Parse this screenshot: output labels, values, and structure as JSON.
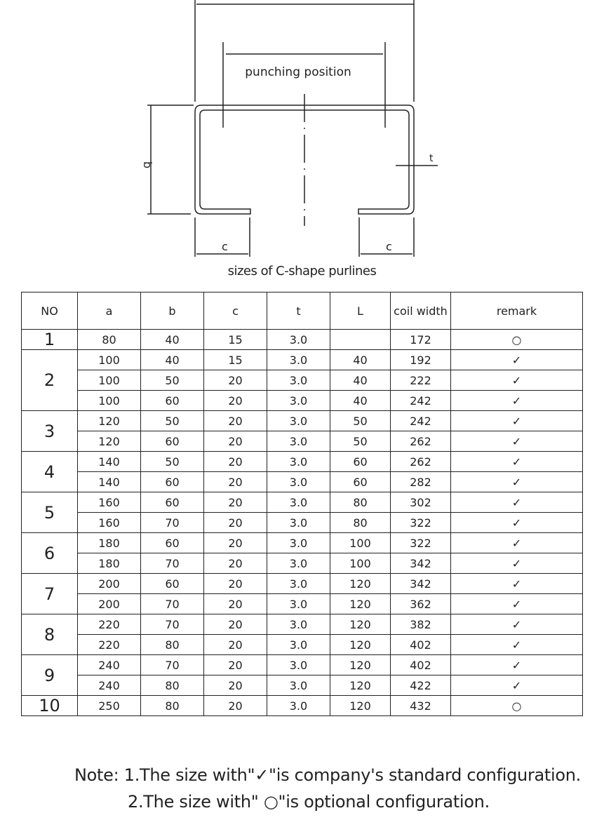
{
  "diagram": {
    "punching_label": "punching position",
    "dim_b": "b",
    "dim_c_left": "c",
    "dim_c_right": "c",
    "dim_t": "t",
    "title": "sizes of C-shape purlines"
  },
  "table": {
    "headers": [
      "NO",
      "a",
      "b",
      "c",
      "t",
      "L",
      "coil width",
      "remark"
    ],
    "groups": [
      {
        "no": "1",
        "rows": [
          [
            "80",
            "40",
            "15",
            "3.0",
            "",
            "172",
            "○"
          ]
        ]
      },
      {
        "no": "2",
        "rows": [
          [
            "100",
            "40",
            "15",
            "3.0",
            "40",
            "192",
            "✓"
          ],
          [
            "100",
            "50",
            "20",
            "3.0",
            "40",
            "222",
            "✓"
          ],
          [
            "100",
            "60",
            "20",
            "3.0",
            "40",
            "242",
            "✓"
          ]
        ]
      },
      {
        "no": "3",
        "rows": [
          [
            "120",
            "50",
            "20",
            "3.0",
            "50",
            "242",
            "✓"
          ],
          [
            "120",
            "60",
            "20",
            "3.0",
            "50",
            "262",
            "✓"
          ]
        ]
      },
      {
        "no": "4",
        "rows": [
          [
            "140",
            "50",
            "20",
            "3.0",
            "60",
            "262",
            "✓"
          ],
          [
            "140",
            "60",
            "20",
            "3.0",
            "60",
            "282",
            "✓"
          ]
        ]
      },
      {
        "no": "5",
        "rows": [
          [
            "160",
            "60",
            "20",
            "3.0",
            "80",
            "302",
            "✓"
          ],
          [
            "160",
            "70",
            "20",
            "3.0",
            "80",
            "322",
            "✓"
          ]
        ]
      },
      {
        "no": "6",
        "rows": [
          [
            "180",
            "60",
            "20",
            "3.0",
            "100",
            "322",
            "✓"
          ],
          [
            "180",
            "70",
            "20",
            "3.0",
            "100",
            "342",
            "✓"
          ]
        ]
      },
      {
        "no": "7",
        "rows": [
          [
            "200",
            "60",
            "20",
            "3.0",
            "120",
            "342",
            "✓"
          ],
          [
            "200",
            "70",
            "20",
            "3.0",
            "120",
            "362",
            "✓"
          ]
        ]
      },
      {
        "no": "8",
        "rows": [
          [
            "220",
            "70",
            "20",
            "3.0",
            "120",
            "382",
            "✓"
          ],
          [
            "220",
            "80",
            "20",
            "3.0",
            "120",
            "402",
            "✓"
          ]
        ]
      },
      {
        "no": "9",
        "rows": [
          [
            "240",
            "70",
            "20",
            "3.0",
            "120",
            "402",
            "✓"
          ],
          [
            "240",
            "80",
            "20",
            "3.0",
            "120",
            "422",
            "✓"
          ]
        ]
      },
      {
        "no": "10",
        "rows": [
          [
            "250",
            "80",
            "20",
            "3.0",
            "120",
            "432",
            "○"
          ]
        ]
      }
    ]
  },
  "notes": {
    "line1": "Note: 1.The size with\"✓\"is company's standard configuration.",
    "line2": "2.The size with\" ○\"is optional configuration."
  }
}
